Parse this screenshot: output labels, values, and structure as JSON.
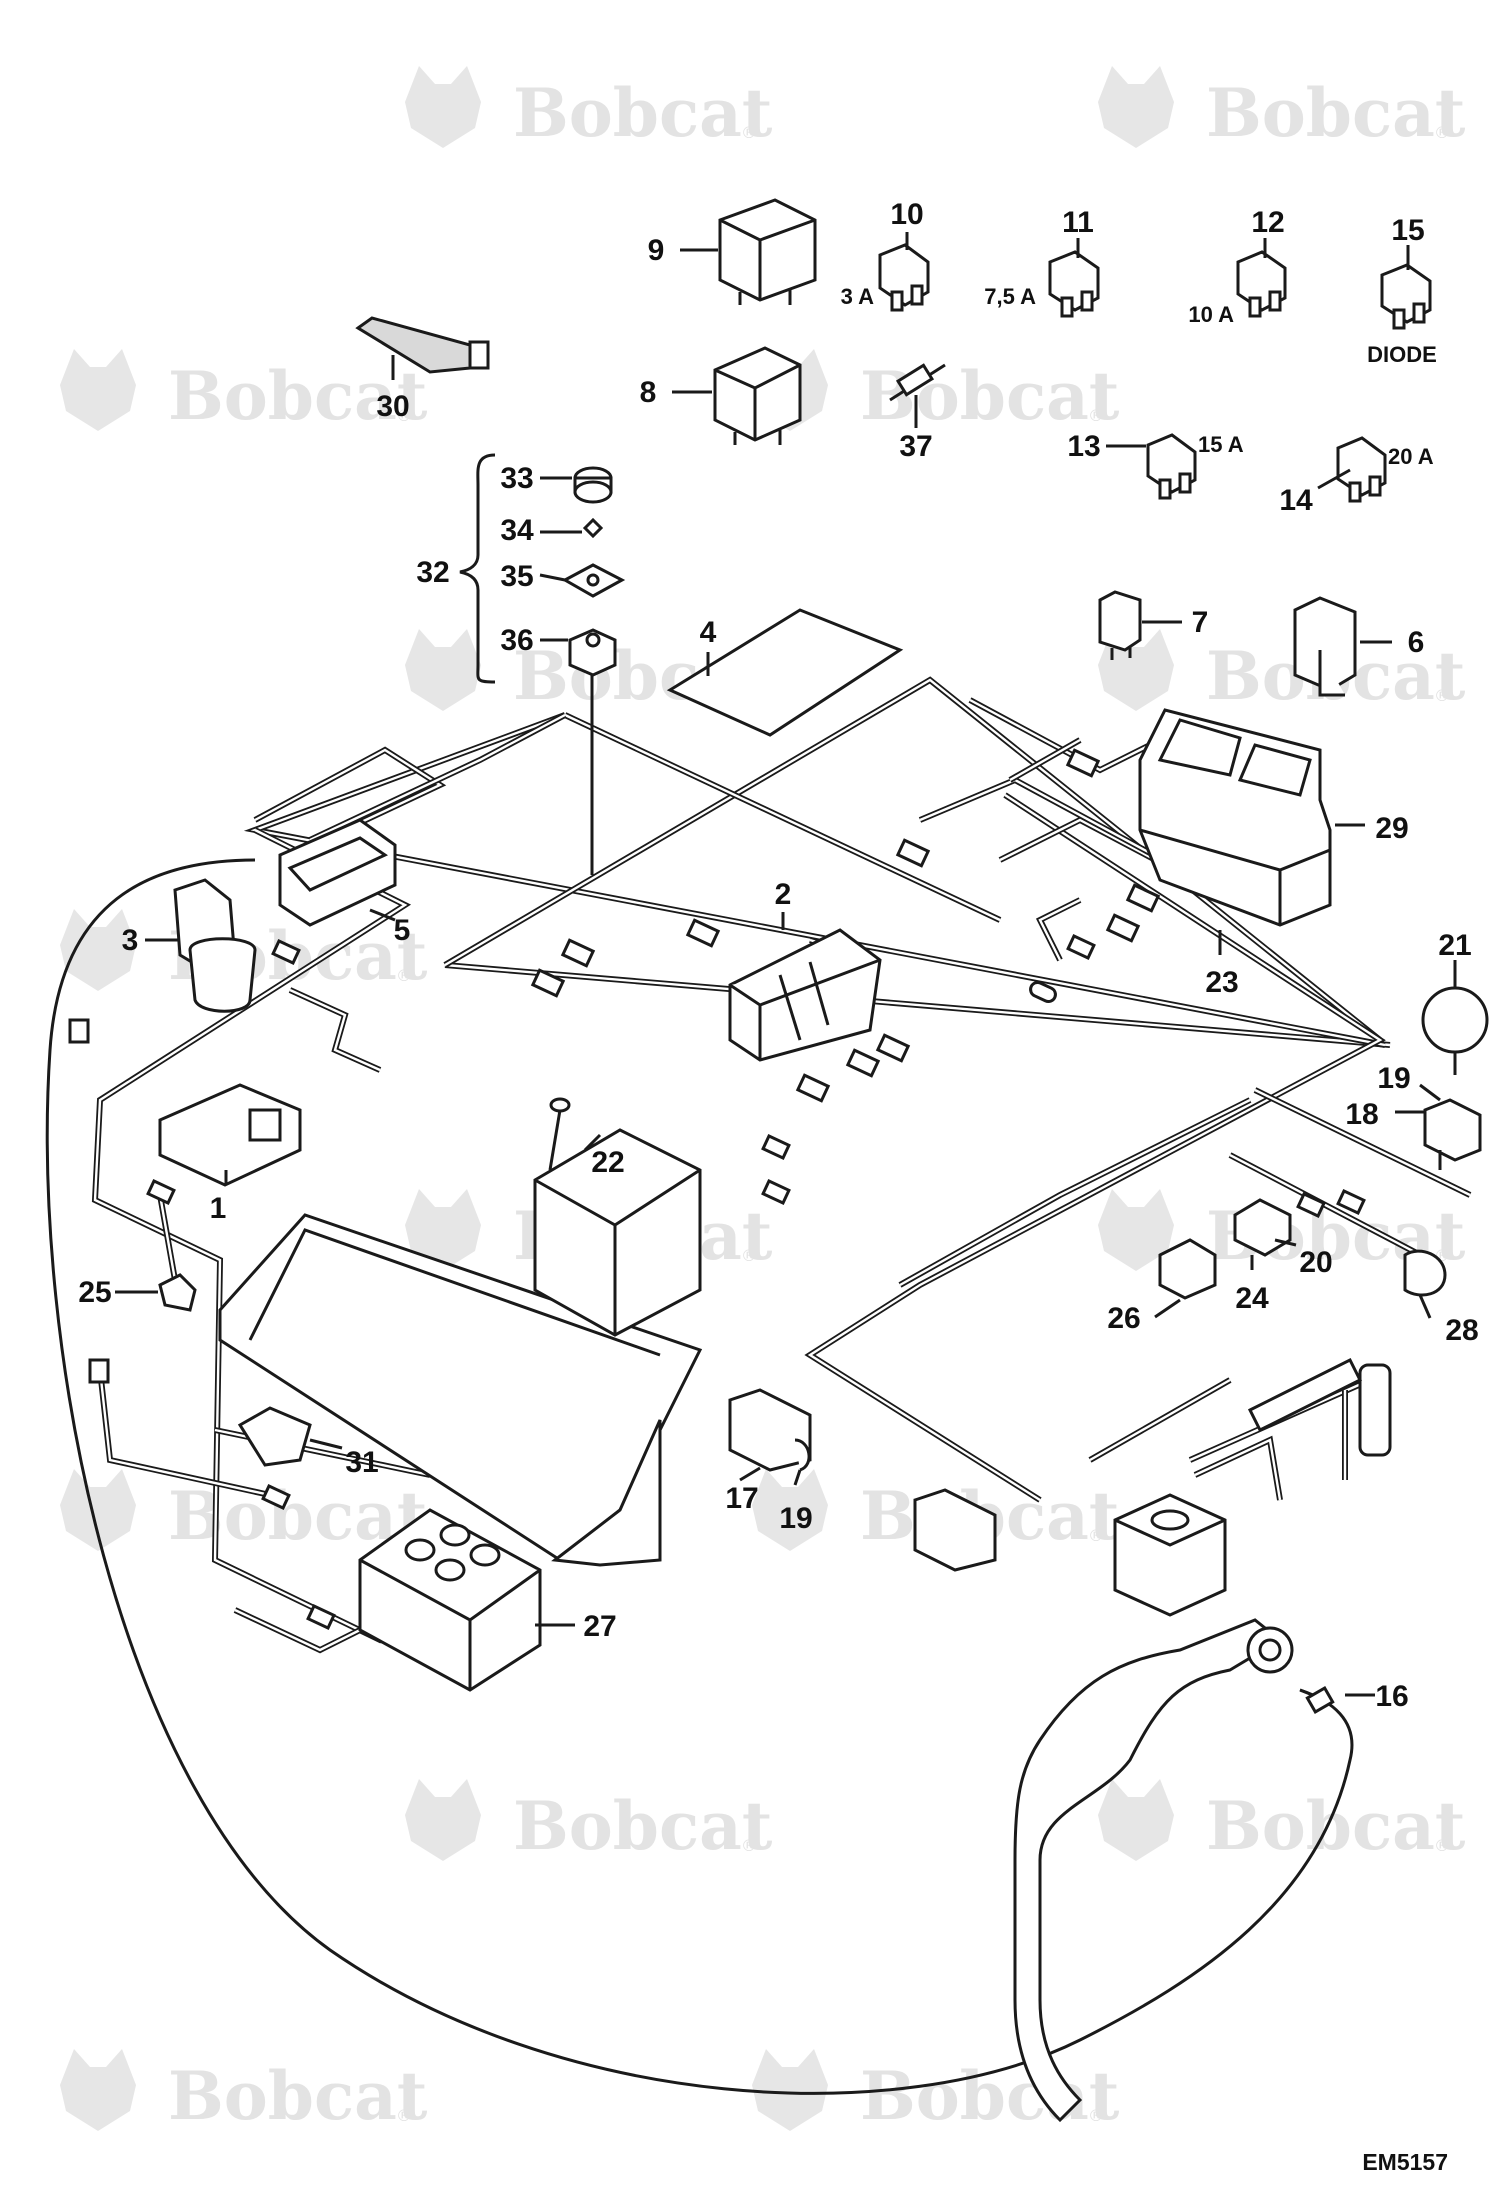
{
  "drawing_code": "EM5157",
  "watermark": {
    "brand": "Bobcat",
    "registered_mark": "®"
  },
  "callouts": [
    {
      "number": "1"
    },
    {
      "number": "2"
    },
    {
      "number": "3"
    },
    {
      "number": "4"
    },
    {
      "number": "5"
    },
    {
      "number": "6"
    },
    {
      "number": "7"
    },
    {
      "number": "8"
    },
    {
      "number": "9"
    },
    {
      "number": "10",
      "rating": "3 A"
    },
    {
      "number": "11",
      "rating": "7,5 A"
    },
    {
      "number": "12",
      "rating": "10 A"
    },
    {
      "number": "13",
      "rating": "15 A"
    },
    {
      "number": "14",
      "rating": "20 A"
    },
    {
      "number": "15",
      "rating": "DIODE"
    },
    {
      "number": "16"
    },
    {
      "number": "17"
    },
    {
      "number": "18"
    },
    {
      "number": "19"
    },
    {
      "number": "20"
    },
    {
      "number": "21"
    },
    {
      "number": "22"
    },
    {
      "number": "23"
    },
    {
      "number": "24"
    },
    {
      "number": "25"
    },
    {
      "number": "26"
    },
    {
      "number": "27"
    },
    {
      "number": "28"
    },
    {
      "number": "29"
    },
    {
      "number": "30"
    },
    {
      "number": "31"
    },
    {
      "number": "32"
    },
    {
      "number": "33"
    },
    {
      "number": "34"
    },
    {
      "number": "35"
    },
    {
      "number": "36"
    },
    {
      "number": "37"
    }
  ],
  "colors": {
    "line": "#1a1a1a",
    "background": "#ffffff",
    "watermark": "#e3e3e3"
  }
}
